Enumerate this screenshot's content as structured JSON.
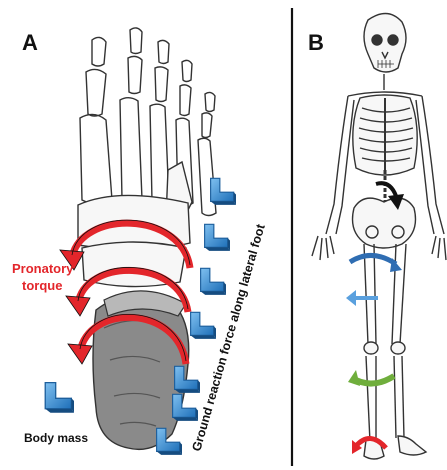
{
  "panels": [
    {
      "label": "A"
    },
    {
      "label": "B"
    }
  ],
  "panel_a": {
    "torque_label_line1": "Pronatory",
    "torque_label_line2": "torque",
    "grf_label": "Ground reaction force along lateral foot",
    "body_mass_label": "Body mass"
  },
  "colors": {
    "torque_red": "#e3262b",
    "force_blue": "#2f7fc7",
    "arrow_blue": "#2f6db2",
    "arrow_green": "#6fae3c",
    "divider": "#111111"
  },
  "icons": {
    "force_block": "blue-l-block-icon",
    "torque_arrow": "curved-arrow-icon"
  }
}
